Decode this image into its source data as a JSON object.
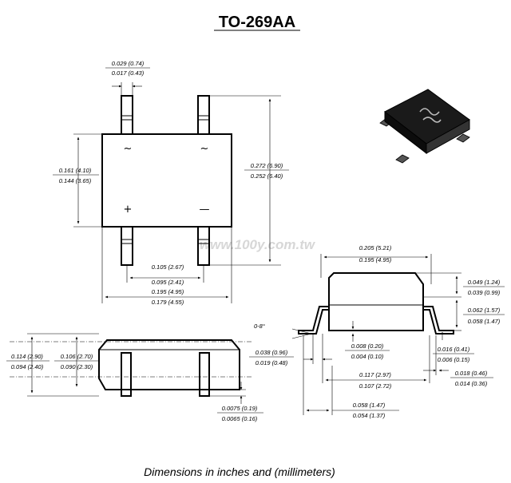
{
  "title": "TO-269AA",
  "caption": "Dimensions in inches and (millimeters)",
  "watermark": "www.100y.com.tw",
  "terminals": {
    "ac1": "~",
    "ac2": "~",
    "plus": "+",
    "minus": "—"
  },
  "top_view": {
    "lead_width": {
      "max": "0.029 (0.74)",
      "min": "0.017 (0.43)"
    },
    "body_height": {
      "max": "0.161 (4.10)",
      "min": "0.144 (3.65)"
    },
    "overall_height": {
      "max": "0.272 (6.90)",
      "min": "0.252 (6.40)"
    },
    "lead_pitch": {
      "max": "0.105 (2.67)",
      "min": "0.095 (2.41)"
    },
    "body_width": {
      "max": "0.195 (4.95)",
      "min": "0.179 (4.55)"
    }
  },
  "side_view_front": {
    "overall_height": {
      "max": "0.114 (2.90)",
      "min": "0.094 (2.40)"
    },
    "body_height": {
      "max": "0.106 (2.70)",
      "min": "0.090 (2.30)"
    },
    "standoff": {
      "max": "0.0075 (0.19)",
      "min": "0.0065 (0.16)"
    }
  },
  "side_view_right": {
    "angle": "0-8°",
    "body_width": {
      "max": "0.205 (5.21)",
      "min": "0.195 (4.95)"
    },
    "body_top": {
      "max": "0.049 (1.24)",
      "min": "0.039 (0.99)"
    },
    "body_bottom": {
      "max": "0.062 (1.57)",
      "min": "0.058 (1.47)"
    },
    "lead_thickness": {
      "max": "0.008 (0.20)",
      "min": "0.004 (0.10)"
    },
    "foot_thickness": {
      "max": "0.016 (0.41)",
      "min": "0.006 (0.15)"
    },
    "foot_length": {
      "max": "0.038 (0.96)",
      "min": "0.019 (0.48)"
    },
    "inner_span": {
      "max": "0.117 (2.97)",
      "min": "0.107 (2.72)"
    },
    "foot_width": {
      "max": "0.018 (0.46)",
      "min": "0.014 (0.36)"
    },
    "overall_span": {
      "max": "0.058 (1.47)",
      "min": "0.054 (1.37)"
    }
  }
}
